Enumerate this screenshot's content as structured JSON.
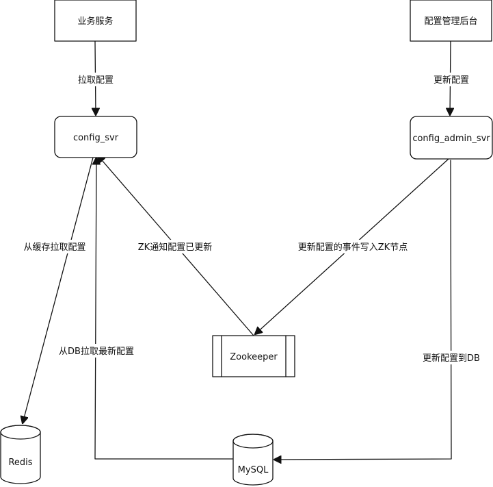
{
  "nodes": {
    "business_service": {
      "label": "业务服务"
    },
    "config_admin": {
      "label": "配置管理后台"
    },
    "config_svr": {
      "label": "config_svr"
    },
    "config_admin_svr": {
      "label": "config_admin_svr"
    },
    "zookeeper": {
      "label": "Zookeeper"
    },
    "redis": {
      "label": "Redis"
    },
    "mysql": {
      "label": "MySQL"
    }
  },
  "edges": {
    "pull_config": {
      "label": "拉取配置"
    },
    "update_config": {
      "label": "更新配置"
    },
    "pull_from_cache": {
      "label": "从缓存拉取配置"
    },
    "zk_notify": {
      "label": "ZK通知配置已更新"
    },
    "write_zk_event": {
      "label": "更新配置的事件写入ZK节点"
    },
    "pull_from_db": {
      "label": "从DB拉取最新配置"
    },
    "update_to_db": {
      "label": "更新配置到DB"
    }
  }
}
